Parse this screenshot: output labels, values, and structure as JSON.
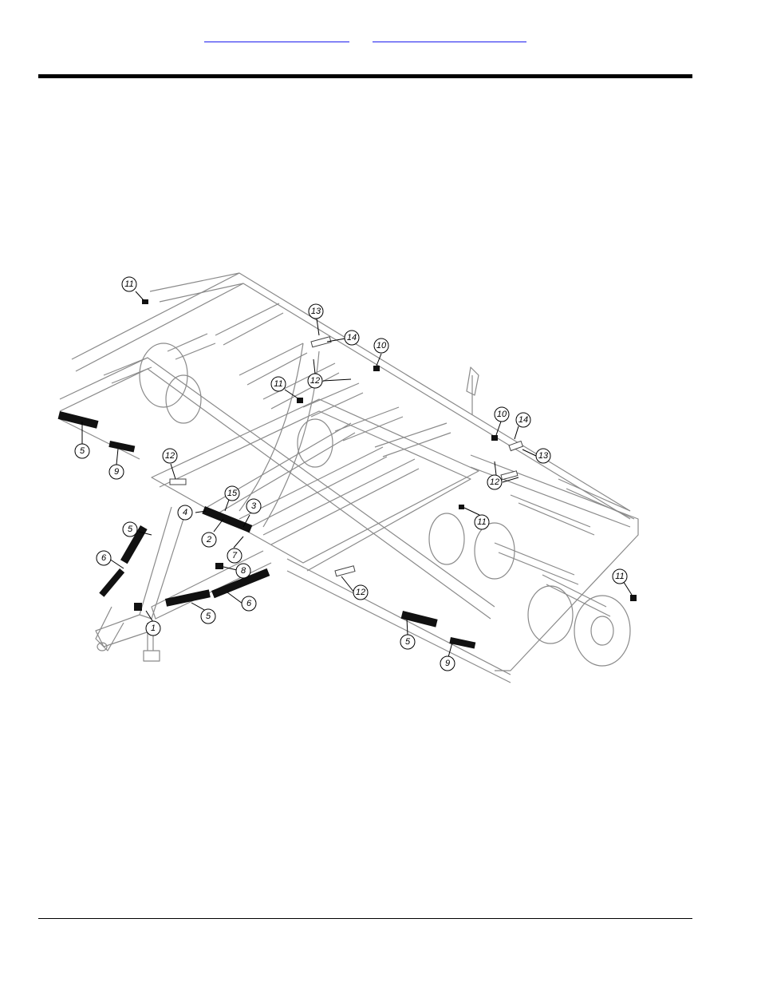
{
  "header": {
    "links": [
      {
        "label": ""
      },
      {
        "label": ""
      }
    ]
  },
  "diagram": {
    "callouts": [
      {
        "label": "11"
      },
      {
        "label": "13"
      },
      {
        "label": "14"
      },
      {
        "label": "10"
      },
      {
        "label": "12"
      },
      {
        "label": "11"
      },
      {
        "label": "10"
      },
      {
        "label": "14"
      },
      {
        "label": "13"
      },
      {
        "label": "12"
      },
      {
        "label": "5"
      },
      {
        "label": "9"
      },
      {
        "label": "12"
      },
      {
        "label": "15"
      },
      {
        "label": "4"
      },
      {
        "label": "3"
      },
      {
        "label": "2"
      },
      {
        "label": "5"
      },
      {
        "label": "7"
      },
      {
        "label": "6"
      },
      {
        "label": "8"
      },
      {
        "label": "11"
      },
      {
        "label": "12"
      },
      {
        "label": "11"
      },
      {
        "label": "5"
      },
      {
        "label": "6"
      },
      {
        "label": "1"
      },
      {
        "label": "5"
      },
      {
        "label": "9"
      }
    ]
  }
}
